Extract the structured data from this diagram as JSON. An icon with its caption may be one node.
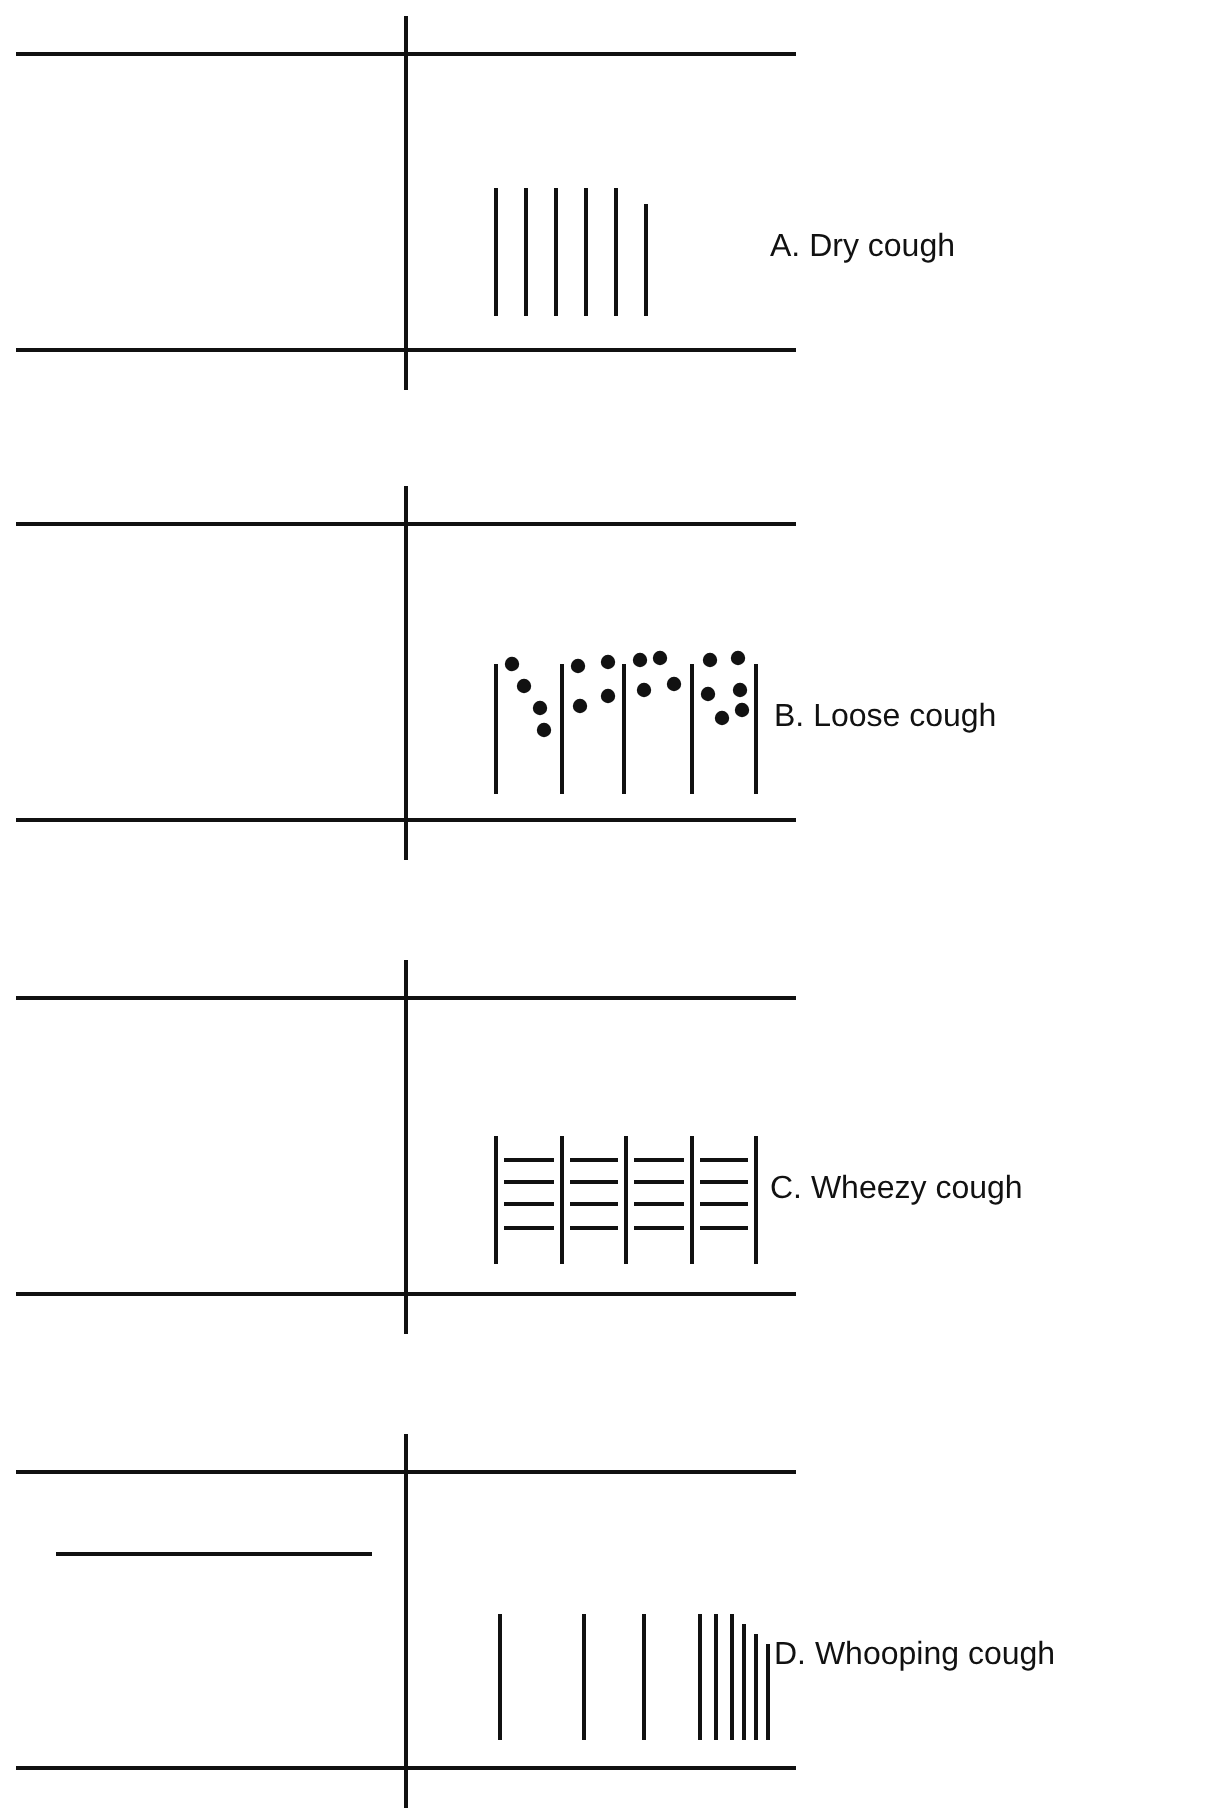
{
  "diagram": {
    "labels": [
      "A. Dry cough",
      "B. Loose cough",
      "C. Wheezy cough",
      "D. Whooping cough"
    ]
  }
}
